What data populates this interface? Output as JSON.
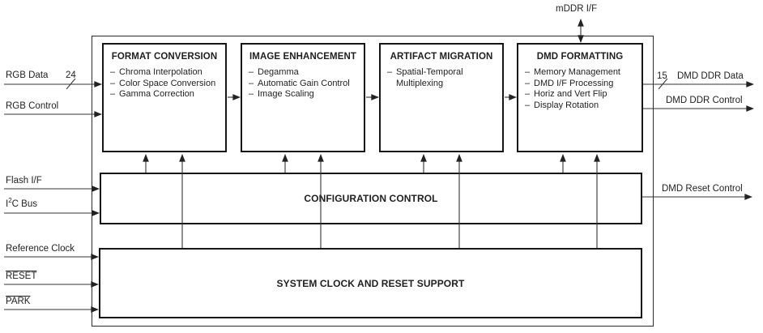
{
  "bullet": "–",
  "blocks": [
    {
      "title": "FORMAT CONVERSION",
      "items": [
        "Chroma Interpolation",
        "Color Space Conversion",
        "Gamma Correction"
      ]
    },
    {
      "title": "IMAGE ENHANCEMENT",
      "items": [
        "Degamma",
        "Automatic Gain Control",
        "Image Scaling"
      ]
    },
    {
      "title": "ARTIFACT MIGRATION",
      "items": [
        "Spatial-Temporal Multiplexing"
      ]
    },
    {
      "title": "DMD FORMATTING",
      "items": [
        "Memory Management",
        "DMD I/F Processing",
        "Horiz and Vert Flip",
        "Display Rotation"
      ]
    }
  ],
  "bars": {
    "configuration_control": "CONFIGURATION CONTROL",
    "system_clock": "SYSTEM CLOCK AND RESET SUPPORT"
  },
  "inputs": {
    "rgb_data": {
      "label": "RGB Data",
      "bus_width": "24"
    },
    "rgb_control": "RGB Control",
    "flash_if": "Flash I/F",
    "i2c_bus": {
      "base": "I",
      "sup": "2",
      "rest": "C Bus"
    },
    "reference_clock": "Reference Clock",
    "reset": "RESET",
    "park": "PARK"
  },
  "outputs": {
    "mddr_if": "mDDR I/F",
    "dmd_ddr_data": {
      "label": "DMD DDR Data",
      "bus_width": "15"
    },
    "dmd_ddr_control": "DMD DDR Control",
    "dmd_reset_control": "DMD Reset Control"
  },
  "colors": {
    "line": "#333333",
    "border": "#161616",
    "background": "#ffffff",
    "text": "#1f1f1f"
  }
}
